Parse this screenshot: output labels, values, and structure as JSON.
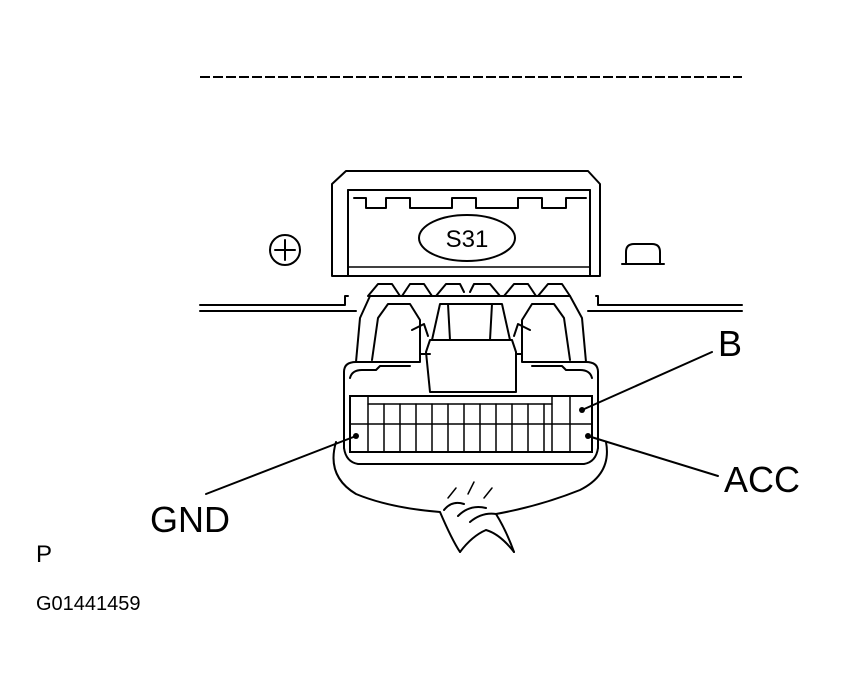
{
  "connector_id": "S31",
  "terminals": {
    "b": "B",
    "acc": "ACC",
    "gnd": "GND"
  },
  "view_marker": "P",
  "figure_code": "G01441459",
  "colors": {
    "ink": "#000000",
    "paper": "#ffffff"
  },
  "icons": [
    "plus-mark-icon",
    "socket-symbol-icon"
  ]
}
